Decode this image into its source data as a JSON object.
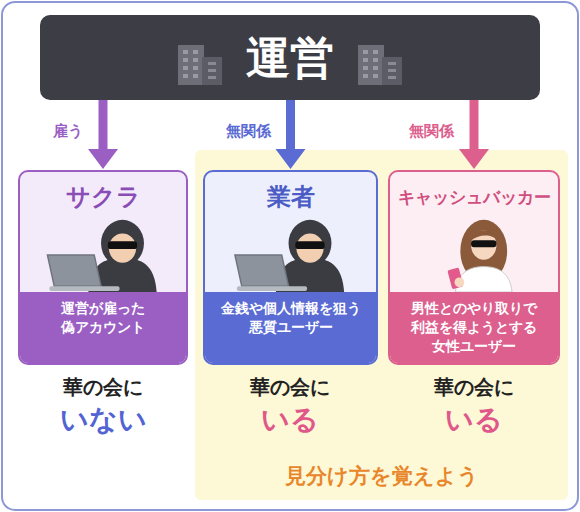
{
  "diagram": {
    "nodes": [
      {
        "text": [
          "運営"
        ]
      },
      {
        "text": [
          "サクラ",
          "運営が雇った 偽アカウント"
        ]
      },
      {
        "text": [
          "見分け方を覚えよう"
        ]
      },
      {
        "text": [
          "業者",
          "金銭や個人情報を狙う 悪質ユーザー"
        ],
        "in": 2
      },
      {
        "text": [
          "キャッシュバッカー",
          "男性とのやり取りで 利益を得ようとする 女性ユーザー"
        ],
        "in": 2
      }
    ],
    "edges": [
      {
        "from": 0,
        "to": 1,
        "label": "雇う",
        "arrow": "to"
      },
      {
        "from": 0,
        "to": 3,
        "label": "無関係",
        "arrow": "to"
      },
      {
        "from": 0,
        "to": 4,
        "label": "無関係",
        "arrow": "to"
      }
    ],
    "labels": [
      "華の会に",
      "いない",
      "華の会に",
      "いる",
      "華の会に",
      "いる"
    ]
  }
}
